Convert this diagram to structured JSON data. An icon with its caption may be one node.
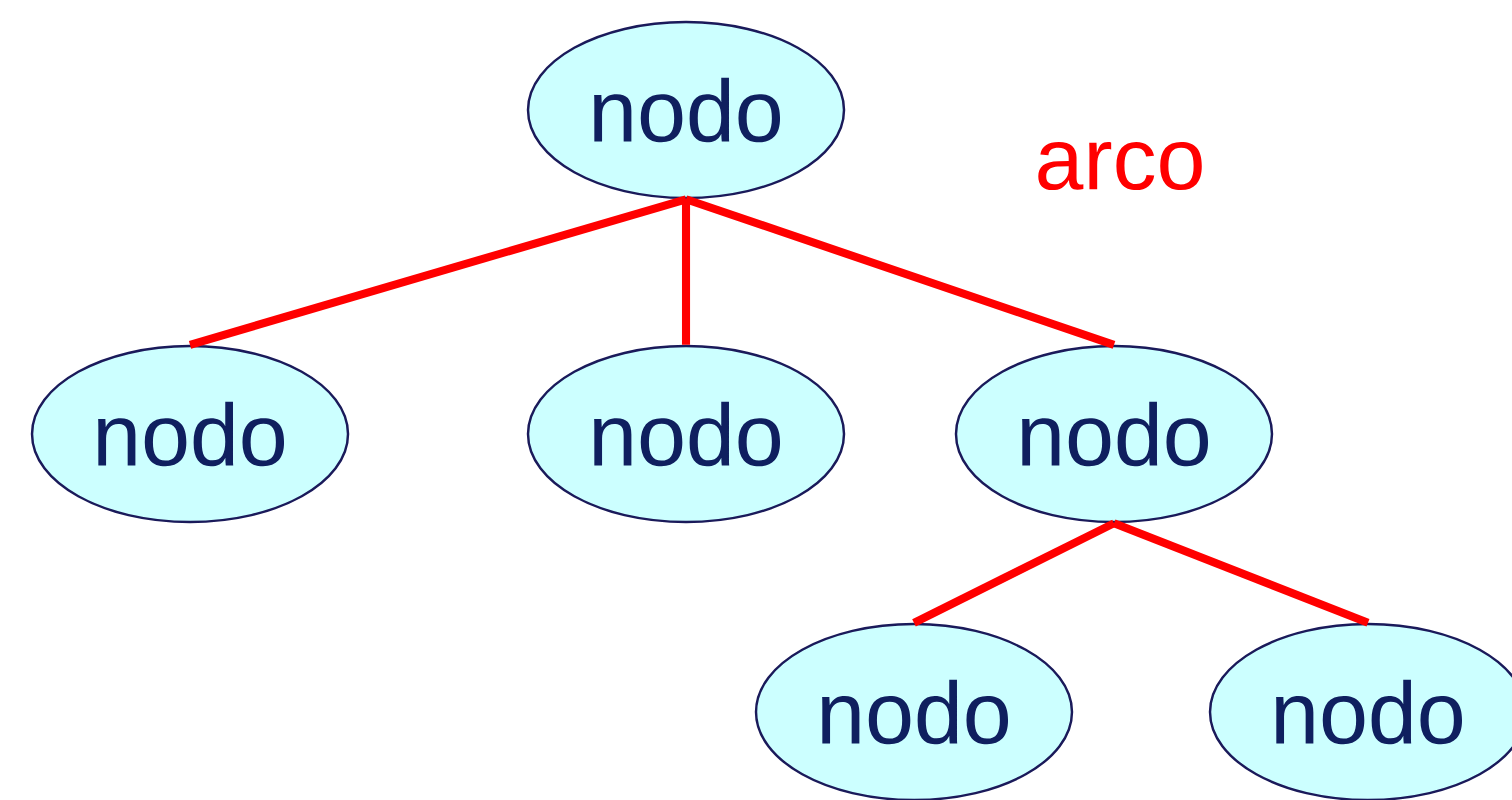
{
  "diagram": {
    "nodes": [
      {
        "text": [
          "nodo"
        ]
      },
      {
        "text": [
          "nodo"
        ]
      },
      {
        "text": [
          "nodo"
        ]
      },
      {
        "text": [
          "nodo"
        ]
      },
      {
        "text": [
          "nodo"
        ]
      },
      {
        "text": [
          "nodo"
        ]
      }
    ],
    "edges": [
      {
        "from": 0,
        "to": 1,
        "arrow": "none"
      },
      {
        "from": 0,
        "to": 2,
        "arrow": "none"
      },
      {
        "from": 0,
        "to": 3,
        "arrow": "none"
      },
      {
        "from": 3,
        "to": 4,
        "arrow": "none"
      },
      {
        "from": 3,
        "to": 5,
        "arrow": "none"
      }
    ],
    "labels": [
      "arco"
    ]
  }
}
